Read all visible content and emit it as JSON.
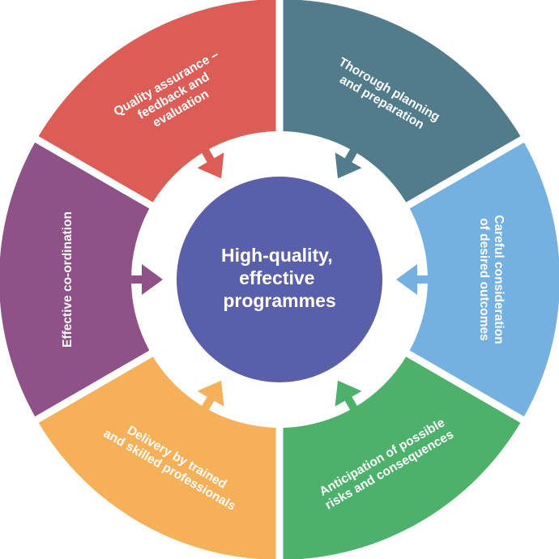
{
  "center": {
    "lines": [
      "High-quality,",
      "effective",
      "programmes"
    ],
    "color": "#5a5fa9"
  },
  "segments": [
    {
      "id": "planning",
      "lines": [
        "Thorough planning",
        "and preparation"
      ],
      "color": "#527b8c"
    },
    {
      "id": "outcomes",
      "lines": [
        "Careful consideration",
        "of desired outcomes"
      ],
      "color": "#74b1e0"
    },
    {
      "id": "anticipation",
      "lines": [
        "Anticipation of possible",
        "risks and consequences"
      ],
      "color": "#4db06b"
    },
    {
      "id": "delivery",
      "lines": [
        "Delivery by trained",
        "and skilled professionals"
      ],
      "color": "#f6b05a"
    },
    {
      "id": "coordination",
      "lines": [
        "Effective co-ordination"
      ],
      "color": "#8e5289"
    },
    {
      "id": "quality",
      "lines": [
        "Quality assurance –",
        "feedback and",
        "evaluation"
      ],
      "color": "#db5d56"
    }
  ]
}
